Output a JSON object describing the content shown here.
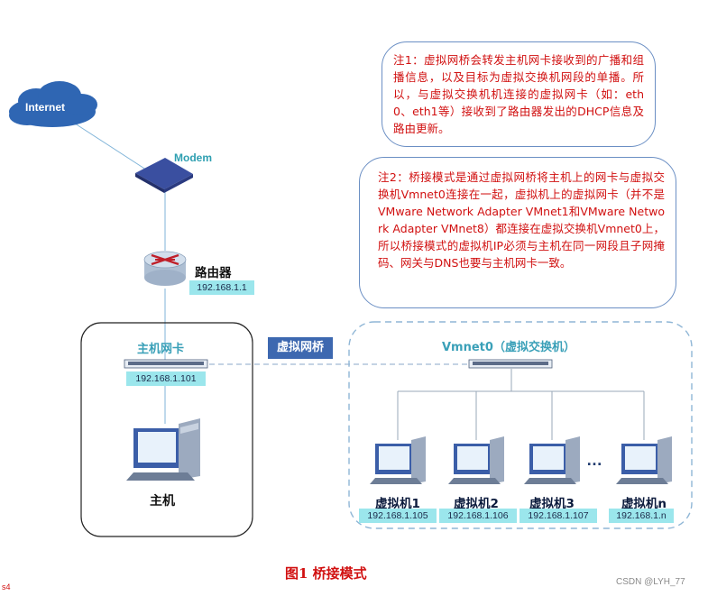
{
  "internet": {
    "label": "Internet"
  },
  "modem": {
    "label": "Modem"
  },
  "router": {
    "label": "路由器",
    "ip": "192.168.1.1"
  },
  "host_nic": {
    "label": "主机网卡",
    "ip": "192.168.1.101"
  },
  "host": {
    "label": "主机"
  },
  "virtual_bridge": {
    "label": "虚拟网桥"
  },
  "vmnet0": {
    "label": "Vmnet0（虚拟交换机）"
  },
  "vms": [
    {
      "label": "虚拟机1",
      "ip": "192.168.1.105"
    },
    {
      "label": "虚拟机2",
      "ip": "192.168.1.106"
    },
    {
      "label": "虚拟机3",
      "ip": "192.168.1.107"
    },
    {
      "label": "虚拟机n",
      "ip": "192.168.1.n"
    }
  ],
  "ellipsis": "…",
  "note1": "注1：虚拟网桥会转发主机网卡接收到的广播和组播信息，以及目标为虚拟交换机网段的单播。所以，与虚拟交换机机连接的虚拟网卡（如：eth0、eth1等）接收到了路由器发出的DHCP信息及路由更新。",
  "note2": "注2：桥接模式是通过虚拟网桥将主机上的网卡与虚拟交换机Vmnet0连接在一起，虚拟机上的虚拟网卡（并不是VMware Network Adapter VMnet1和VMware Network Adapter VMnet8）都连接在虚拟交换机Vmnet0上，所以桥接模式的虚拟机IP必须与主机在同一网段且子网掩码、网关与DNS也要与主机网卡一致。",
  "figure_title": "图1  桥接模式",
  "watermark": "CSDN @LYH_77",
  "corner_mark": "s4",
  "colors": {
    "note_text": "#d11010",
    "note_border": "#6b8fc4",
    "ip_bg": "#9be6ec",
    "bridge_bg": "#3d68b0",
    "cloud": "#2f66b3",
    "modem_label": "#2e9fb1",
    "line": "#7fb3d8"
  }
}
